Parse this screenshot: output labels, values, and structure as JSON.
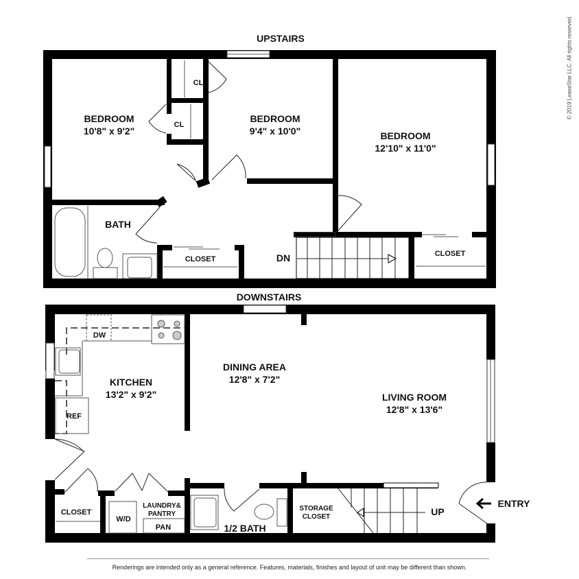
{
  "floors": {
    "upstairs": {
      "title": "UPSTAIRS",
      "rooms": [
        {
          "name": "BEDROOM",
          "size": "10'8\" x 9'2\""
        },
        {
          "name": "BEDROOM",
          "size": "9'4\" x 10'0\""
        },
        {
          "name": "BEDROOM",
          "size": "12'10\" x 11'0\""
        },
        {
          "name": "BATH"
        },
        {
          "name": "CLOSET"
        },
        {
          "name": "CLOSET"
        },
        {
          "name": "CL"
        },
        {
          "name": "CL"
        }
      ],
      "stairs_label": "DN"
    },
    "downstairs": {
      "title": "DOWNSTAIRS",
      "rooms": [
        {
          "name": "KITCHEN",
          "size": "13'2\" x 9'2\""
        },
        {
          "name": "DINING AREA",
          "size": "12'8\" x 7'2\""
        },
        {
          "name": "LIVING ROOM",
          "size": "12'8\" x 13'6\""
        },
        {
          "name": "CLOSET"
        },
        {
          "name": "LAUNDRY&",
          "line2": "PANTRY"
        },
        {
          "name": "1/2 BATH"
        },
        {
          "name": "STORAGE",
          "line2": "CLOSET"
        }
      ],
      "fixtures": {
        "dw": "DW",
        "ref": "REF",
        "wd": "W/D",
        "pan": "PAN"
      },
      "stairs_label": "UP",
      "entry_label": "ENTRY",
      "entry_arrow": "🡐"
    }
  },
  "footer": {
    "disclaimer": "Renderings are intended only as a general reference. Features, materials, finishes and layout of unit may be different than shown.",
    "copyright": "© 2019 LeaseStar LLC. All rights reserved."
  }
}
